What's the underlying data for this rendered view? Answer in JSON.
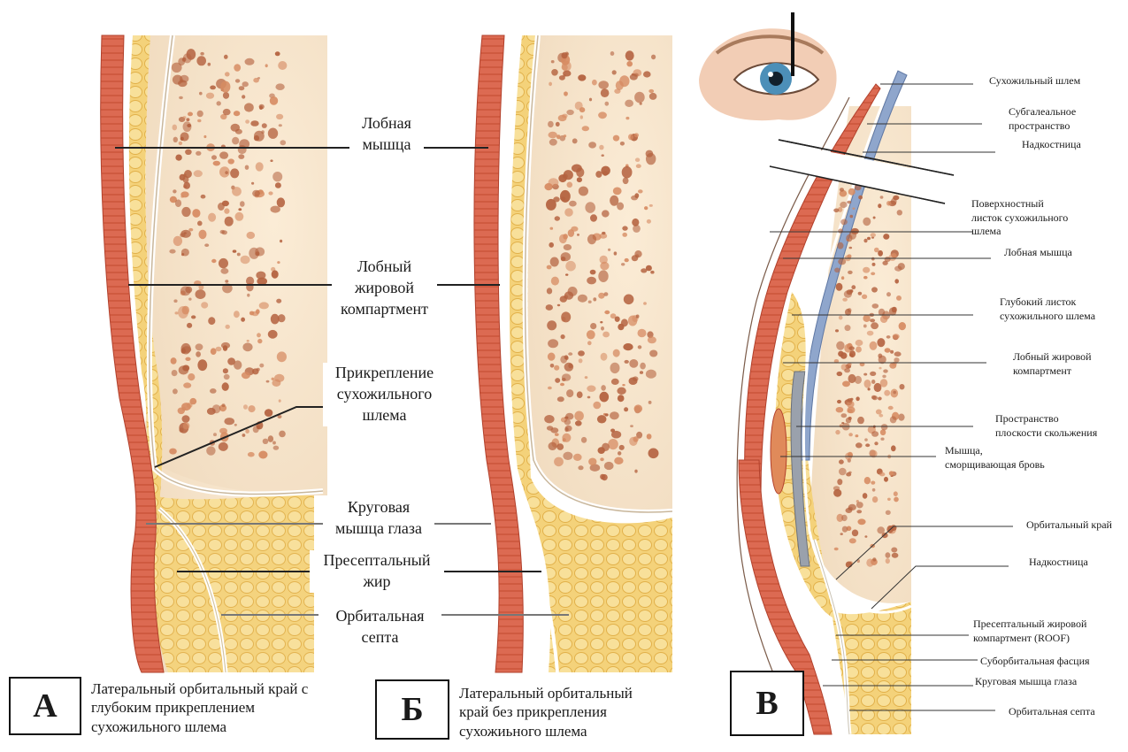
{
  "panelA": {
    "letter": "А",
    "caption": [
      "Латеральный орбитальный край с",
      "глубоким прикреплением",
      "сухожильного шлема"
    ]
  },
  "panelB": {
    "letter": "Б",
    "caption": [
      "Латеральный орбитальный",
      "край без прикрепления",
      "сухожиьного шлема"
    ]
  },
  "panelV": {
    "letter": "В"
  },
  "center_labels": {
    "frontalis": [
      "Лобная",
      "мышца"
    ],
    "fat": [
      "Лобный",
      "жировой",
      "компартмент"
    ],
    "attach": [
      "Прикрепление",
      "сухожильного",
      "шлема"
    ],
    "orbicularis": [
      "Круговая",
      "мышца глаза"
    ],
    "preseptal": [
      "Пресептальный",
      "жир"
    ],
    "septum": [
      "Орбитальная",
      "септа"
    ]
  },
  "right_labels": {
    "galea": "Сухожильный шлем",
    "subgaleal": [
      "Субгалеальное",
      "пространство"
    ],
    "periost1": "Надкостница",
    "superficial": [
      "Поверхностный",
      "листок сухожильного",
      "шлема"
    ],
    "frontalis": "Лобная мышца",
    "deep": [
      "Глубокий листок",
      "сухожильного шлема"
    ],
    "fat": [
      "Лобный жировой",
      "компартмент"
    ],
    "glide": [
      "Пространство",
      "плоскости скольжения"
    ],
    "corrugator": [
      "Мышца,",
      "сморщивающая бровь"
    ],
    "rim": "Орбитальный край",
    "periost2": "Надкостница",
    "roof": [
      "Пресептальный жировой",
      "компартмент (ROOF)"
    ],
    "suborb": "Суборбитальная фасция",
    "orb_oculi": "Круговая мышца глаза",
    "septum": "Орбитальная септа"
  },
  "colors": {
    "muscle": "#d9604a",
    "fat": "#f3cf6e",
    "bone": "#f3dfc4",
    "pore": "#b4623f",
    "fascia": "#8fa6cc"
  }
}
